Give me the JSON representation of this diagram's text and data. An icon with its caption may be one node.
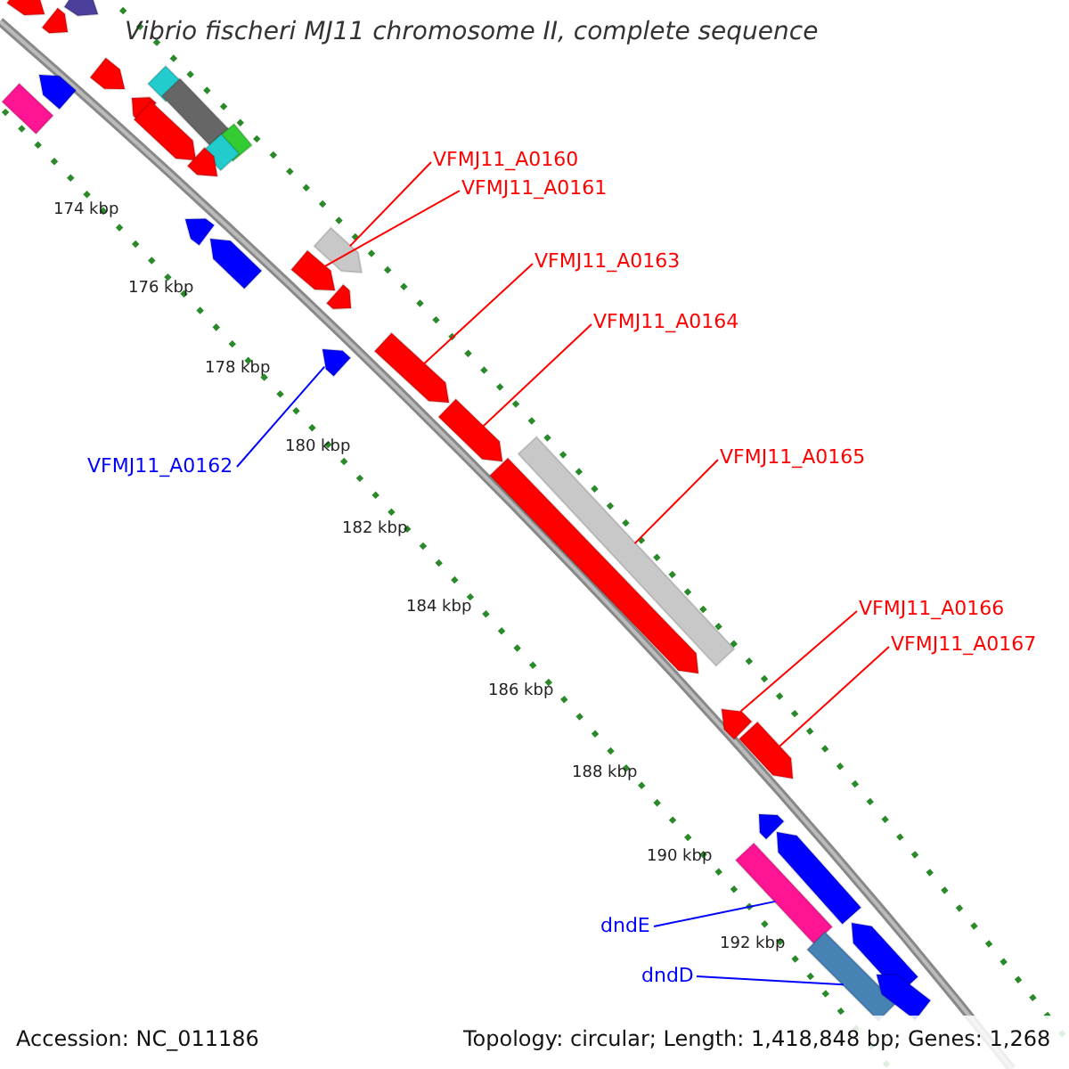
{
  "diagram": {
    "title": "Vibrio fischeri MJ11 chromosome II, complete sequence",
    "nodes": [
      {
        "text": [
          "VFMJ11_A0160"
        ]
      },
      {
        "text": [
          "VFMJ11_A0161"
        ]
      },
      {
        "text": [
          "VFMJ11_A0163"
        ]
      },
      {
        "text": [
          "VFMJ11_A0164"
        ]
      },
      {
        "text": [
          "VFMJ11_A0162"
        ]
      },
      {
        "text": [
          "VFMJ11_A0165"
        ]
      },
      {
        "text": [
          "VFMJ11_A0166"
        ]
      },
      {
        "text": [
          "VFMJ11_A0167"
        ]
      },
      {
        "text": [
          "dndE"
        ]
      },
      {
        "text": [
          "dndD"
        ]
      },
      {
        "text": [],
        "shape": "arrow"
      },
      {
        "text": [],
        "shape": "arrow"
      },
      {
        "text": [],
        "shape": "arrow"
      },
      {
        "text": [],
        "shape": "arrow"
      },
      {
        "text": [],
        "shape": "arrow"
      },
      {
        "text": [],
        "shape": "box"
      },
      {
        "text": [],
        "shape": "arrow"
      },
      {
        "text": [],
        "shape": "arrow"
      },
      {
        "text": [],
        "shape": "box"
      },
      {
        "text": [],
        "shape": "box"
      },
      {
        "text": [],
        "shape": "arrow"
      },
      {
        "text": [],
        "shape": "arrow"
      },
      {
        "text": [],
        "shape": "arrow"
      },
      {
        "text": [],
        "shape": "arrow"
      },
      {
        "text": [],
        "shape": "box"
      },
      {
        "text": [],
        "shape": "arrow"
      },
      {
        "text": [],
        "shape": "arrow"
      },
      {
        "text": [],
        "shape": "diamond"
      },
      {
        "text": [],
        "shape": "box"
      },
      {
        "text": [],
        "shape": "diamond"
      },
      {
        "text": [],
        "shape": "diamond"
      },
      {
        "text": [],
        "shape": "arrow"
      },
      {
        "text": [],
        "shape": "arrow"
      },
      {
        "text": [],
        "shape": "arrow"
      },
      {
        "text": [],
        "shape": "arrow"
      },
      {
        "text": [],
        "shape": "arrow"
      },
      {
        "text": [],
        "shape": "arrow"
      },
      {
        "text": [],
        "shape": "arrow"
      },
      {
        "text": [],
        "shape": "arrow"
      },
      {
        "text": [],
        "shape": "arrow"
      },
      {
        "text": [],
        "shape": "arrow"
      }
    ],
    "edges": [
      {
        "from": 0,
        "to": 10,
        "arrow": "none"
      },
      {
        "from": 1,
        "to": 11,
        "arrow": "none"
      },
      {
        "from": 2,
        "to": 12,
        "arrow": "none"
      },
      {
        "from": 3,
        "to": 13,
        "arrow": "none"
      },
      {
        "from": 4,
        "to": 14,
        "arrow": "none",
        "color": "#0000ff"
      },
      {
        "from": 5,
        "to": 15,
        "arrow": "none"
      },
      {
        "from": 6,
        "to": 16,
        "arrow": "none"
      },
      {
        "from": 7,
        "to": 17,
        "arrow": "none"
      },
      {
        "from": 8,
        "to": 18,
        "arrow": "none",
        "color": "#0000ff"
      },
      {
        "from": 9,
        "to": 19,
        "arrow": "none",
        "color": "#0000ff"
      }
    ],
    "labels": [
      "174 kbp",
      "176 kbp",
      "178 kbp",
      "180 kbp",
      "182 kbp",
      "184 kbp",
      "186 kbp",
      "188 kbp",
      "190 kbp",
      "192 kbp",
      "Accession: NC_011186",
      "Topology: circular; Length: 1,418,848 bp; Genes: 1,268"
    ]
  }
}
